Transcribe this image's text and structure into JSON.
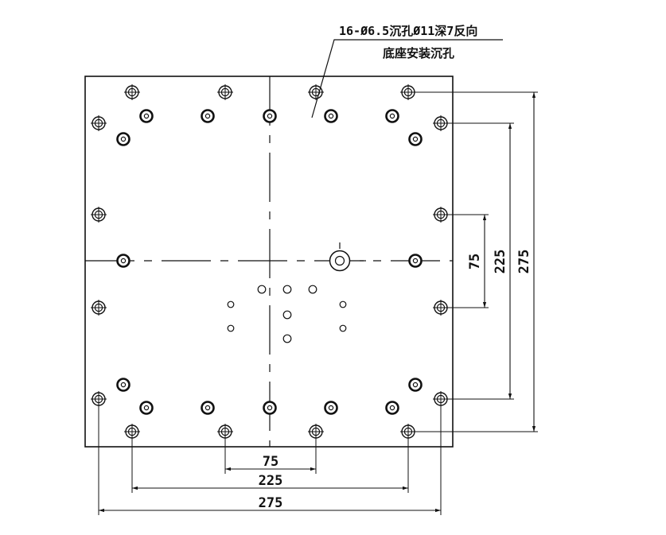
{
  "colors": {
    "line": "#111111",
    "background": "#ffffff",
    "plate_fill": "#ffffff"
  },
  "callout": {
    "line1": "16-Ø6.5沉孔Ø11深7反向",
    "line2": "底座安装沉孔"
  },
  "dimensions": {
    "bottom_75": "75",
    "bottom_225": "225",
    "bottom_275": "275",
    "right_75": "75",
    "right_225": "225",
    "right_275": "275"
  }
}
